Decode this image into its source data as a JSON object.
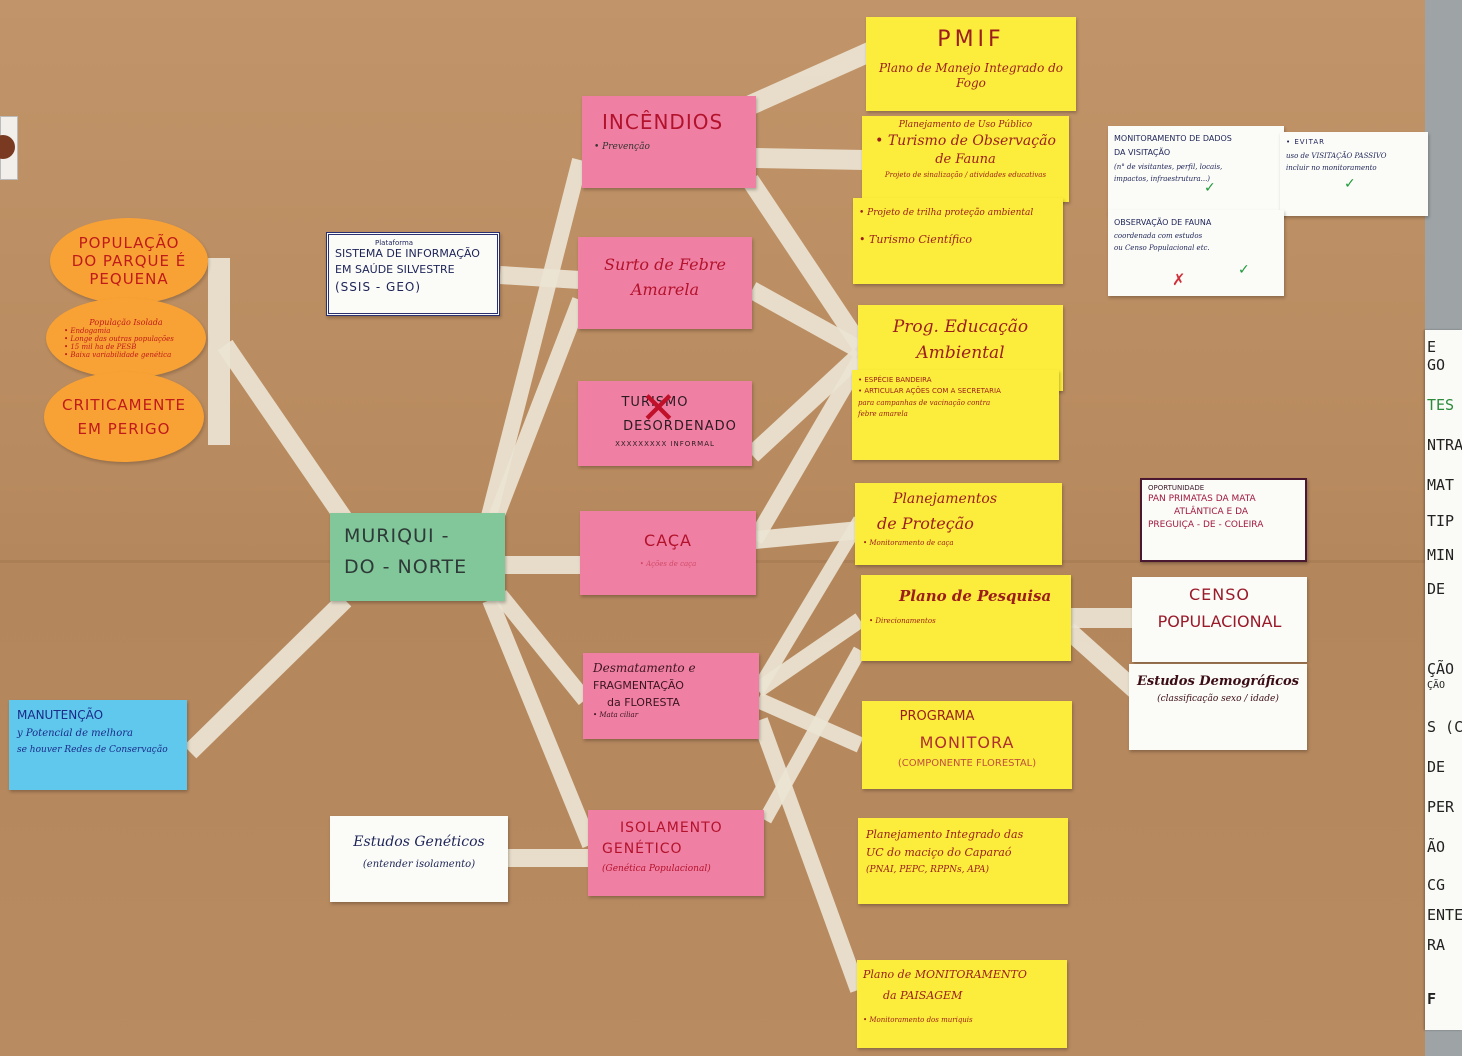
{
  "center": {
    "title_1": "MURIQUI -",
    "title_2": "DO - NORTE"
  },
  "left": {
    "oval_1": [
      "POPULAÇÃO",
      "DO PARQUE É",
      "PEQUENA"
    ],
    "oval_2": {
      "head": "População Isolada",
      "lines": [
        "• Endogamia",
        "• Longe das outras populações",
        "• 15 mil ha de PESB",
        "• Baixa variabilidade genética"
      ]
    },
    "oval_3": [
      "CRITICAMENTE",
      "EM PERIGO"
    ],
    "ssis_small": "Plataforma",
    "ssis": [
      "SISTEMA DE INFORMAÇÃO",
      "EM SAÚDE SILVESTRE",
      "(SSIS - GEO)"
    ],
    "manutencao": [
      "MANUTENÇÃO",
      "y Potencial de melhora",
      "se houver Redes de Conservação"
    ],
    "genetic_studies": [
      "Estudos Genéticos",
      "(entender isolamento)"
    ]
  },
  "threats": {
    "incendios": {
      "title": "INCÊNDIOS",
      "sub": "• Prevenção"
    },
    "febre": {
      "title_1": "Surto de Febre",
      "title_2": "Amarela"
    },
    "turismo": {
      "title_1": "TURISMO",
      "title_2": "DESORDENADO",
      "sub": "XXXXXXXXX INFORMAL"
    },
    "caca": {
      "title": "CAÇA",
      "sub": "• Ações de caça"
    },
    "desmatamento": {
      "lines": [
        "Desmatamento e",
        "FRAGMENTAÇÃO",
        "da FLORESTA"
      ],
      "sub": "• Mata ciliar"
    },
    "isolamento": {
      "lines": [
        "ISOLAMENTO",
        "GENÉTICO",
        "(Genética Populacional)"
      ]
    }
  },
  "actions": {
    "pmif": {
      "title": "PMIF",
      "sub": "Plano de Manejo Integrado do Fogo"
    },
    "uso_publico": {
      "head": "Planejamento de Uso Público",
      "title_1": "• Turismo de Observação",
      "title_2": "de Fauna",
      "foot": "Projeto de sinalização / atividades educativas"
    },
    "turismo_cientifico": [
      "• Projeto de trilha proteção ambiental",
      "• Turismo Científico"
    ],
    "educacao": {
      "title_1": "Prog. Educação",
      "title_2": "Ambiental",
      "lines": [
        "• ESPÉCIE BANDEIRA",
        "• ARTICULAR AÇÕES COM A SECRETARIA",
        "para campanhas de vacinação contra",
        "febre amarela"
      ]
    },
    "protecao": {
      "title_1": "Planejamentos",
      "title_2": "de Proteção",
      "foot": "• Monitoramento de caça"
    },
    "pesquisa": {
      "title": "Plano de Pesquisa",
      "foot": "• Direcionamentos"
    },
    "monitora": [
      "PROGRAMA",
      "MONITORA",
      "(COMPONENTE FLORESTAL)"
    ],
    "integrado": [
      "Planejamento Integrado das",
      "UC do maciço do Caparaó",
      "(PNAI, PEPC, RPPNs, APA)"
    ],
    "paisagem": {
      "title_1": "Plano de MONITORAMENTO",
      "title_2": "da PAISAGEM",
      "foot": "• Monitoramento dos muriquis"
    }
  },
  "right": {
    "monit_dados": {
      "lines": [
        "MONITORAMENTO DE DADOS",
        "DA VISITAÇÃO",
        "(n° de visitantes, perfil, locais,",
        "impactos, infraestrutura...)"
      ],
      "check": "✓"
    },
    "evitar": {
      "lines": [
        "• EVITAR",
        "uso de VISITAÇÃO PASSIVO",
        "incluir no monitoramento"
      ],
      "check": "✓"
    },
    "observacao": {
      "lines": [
        "OBSERVAÇÃO DE FAUNA",
        "coordenada com estudos",
        "ou Censo Populacional etc."
      ],
      "check": "✓",
      "cross": "✗"
    },
    "pan": {
      "head": "OPORTUNIDADE",
      "lines": [
        "PAN PRIMATAS DA MATA",
        "ATLÂNTICA E DA",
        "PREGUIÇA - DE - COLEIRA"
      ]
    },
    "censo": [
      "CENSO",
      "POPULACIONAL"
    ],
    "demograficos": [
      "Estudos Demográficos",
      "(classificação sexo / idade)"
    ]
  },
  "wall_sheet": [
    "E",
    "GO",
    "TES",
    "NTRA",
    "MAT",
    "TIP",
    "MIN",
    "DE",
    "ÇÃO",
    "ÇÃO",
    "S (C",
    "DE",
    "PER",
    "ÃO",
    "CG",
    "ENTE",
    "RA",
    "F"
  ]
}
